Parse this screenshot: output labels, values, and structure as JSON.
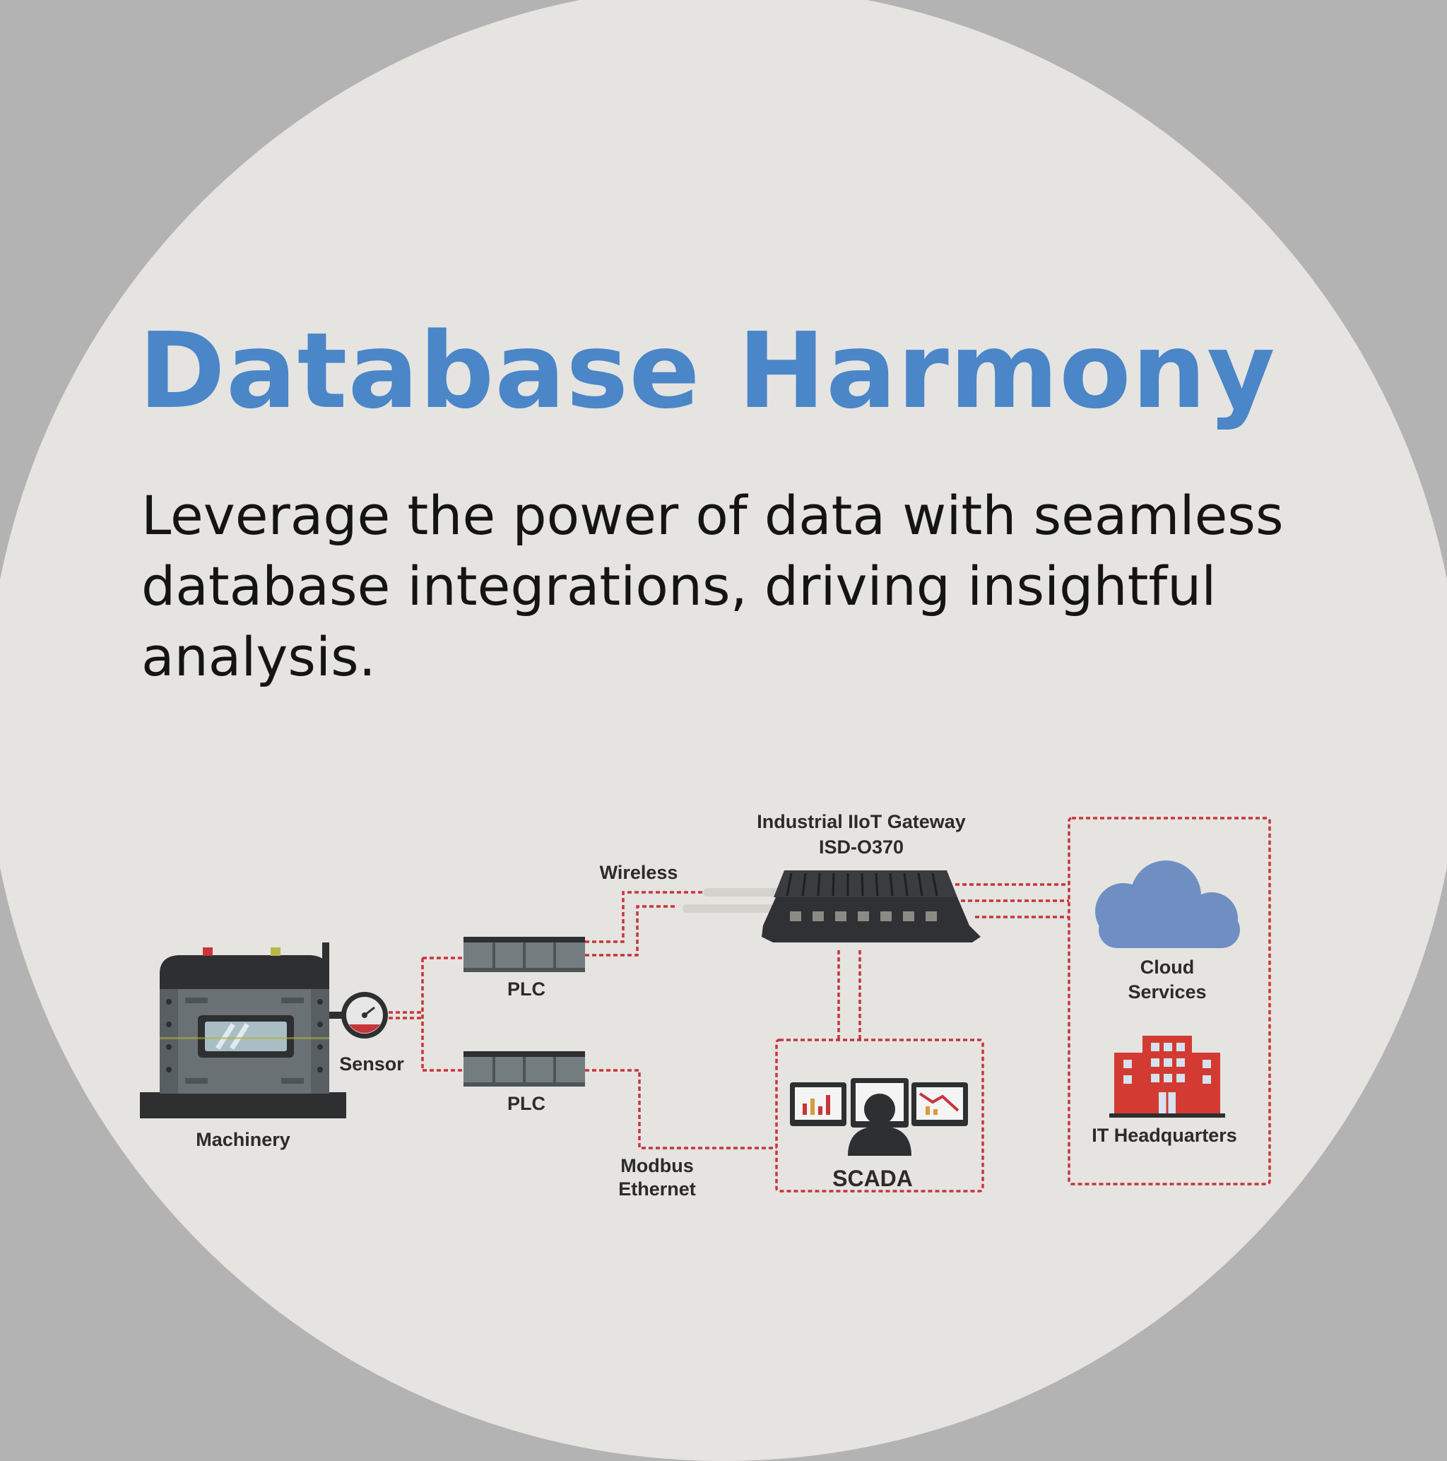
{
  "headline": "Database Harmony",
  "subheadline": "Leverage the power of data with seamless database integrations, driving insightful analysis.",
  "diagram": {
    "gateway_label_line1": "Industrial IIoT Gateway",
    "gateway_label_line2": "ISD-O370",
    "wireless_label": "Wireless",
    "plc_top_label": "PLC",
    "plc_bottom_label": "PLC",
    "sensor_label": "Sensor",
    "machinery_label": "Machinery",
    "modbus_label_line1": "Modbus",
    "modbus_label_line2": "Ethernet",
    "scada_label": "SCADA",
    "cloud_label_line1": "Cloud",
    "cloud_label_line2": "Services",
    "it_label": "IT Headquarters"
  },
  "colors": {
    "headline": "#4a86c8",
    "background_disc": "#e5e4e1",
    "outer_background": "#b3b3b3",
    "connection_lines": "#c8353a",
    "cloud": "#6f8fc3",
    "building": "#d23a32",
    "device_dark": "#2f3134",
    "plc_body": "#6d7578"
  },
  "icons": [
    "machinery-icon",
    "sensor-gauge-icon",
    "plc-icon",
    "gateway-device-icon",
    "cloud-icon",
    "building-icon",
    "scada-operator-icon"
  ]
}
